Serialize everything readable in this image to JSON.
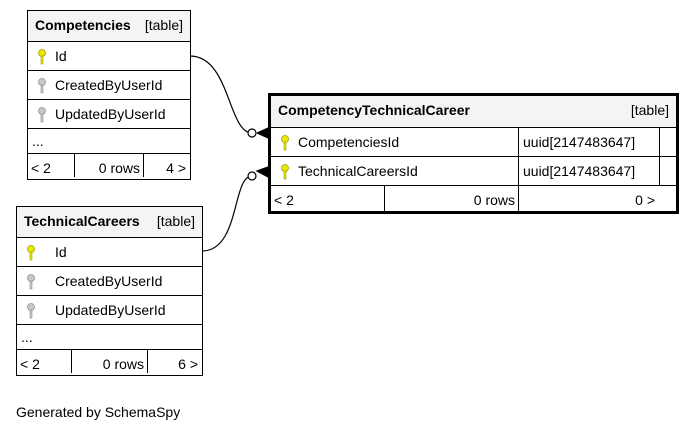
{
  "tables": {
    "competencies": {
      "name": "Competencies",
      "kind": "[table]",
      "columns": [
        "Id",
        "CreatedByUserId",
        "UpdatedByUserId"
      ],
      "more": "...",
      "footer": {
        "prev": "< 2",
        "rows": "0 rows",
        "next": "4 >"
      }
    },
    "technical_careers": {
      "name": "TechnicalCareers",
      "kind": "[table]",
      "columns": [
        "Id",
        "CreatedByUserId",
        "UpdatedByUserId"
      ],
      "more": "...",
      "footer": {
        "prev": "< 2",
        "rows": "0 rows",
        "next": "6 >"
      }
    },
    "competency_technical_career": {
      "name": "CompetencyTechnicalCareer",
      "kind": "[table]",
      "columns": [
        {
          "name": "CompetenciesId",
          "type": "uuid[2147483647]"
        },
        {
          "name": "TechnicalCareersId",
          "type": "uuid[2147483647]"
        }
      ],
      "footer": {
        "prev": "< 2",
        "rows": "0 rows",
        "next": "0 >"
      }
    }
  },
  "footer_text": "Generated by SchemaSpy",
  "colors": {
    "primary_key": "#e8e800",
    "foreign_key": "#b0b0b0",
    "header_bg": "#f4f4f4"
  }
}
